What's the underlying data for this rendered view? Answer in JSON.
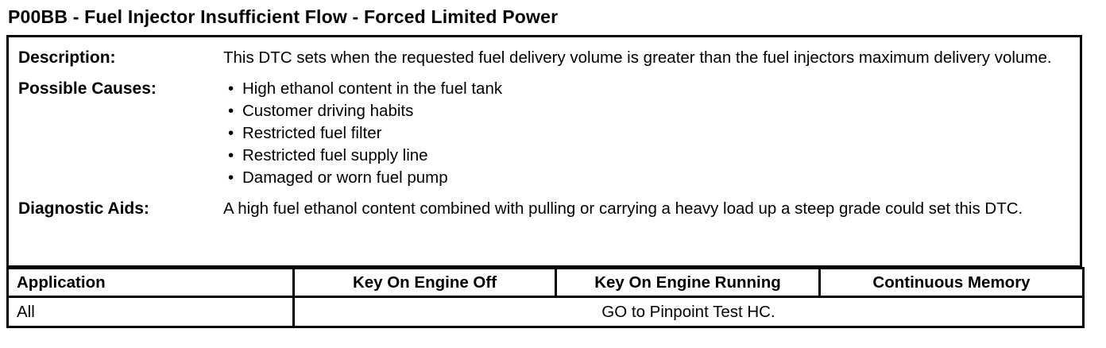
{
  "page_title": "P00BB - Fuel Injector Insufficient Flow - Forced Limited Power",
  "info_table": {
    "rows": [
      {
        "label": "Description:",
        "text": "This DTC sets when the requested fuel delivery volume is greater than the fuel injectors maximum delivery volume."
      },
      {
        "label": "Possible Causes:",
        "bullets": [
          "High ethanol content in the fuel tank",
          "Customer driving habits",
          "Restricted fuel filter",
          "Restricted fuel supply line",
          "Damaged or worn fuel pump"
        ]
      },
      {
        "label": "Diagnostic Aids:",
        "text": "A high fuel ethanol content combined with pulling or carrying a heavy load up a steep grade could set this DTC."
      }
    ]
  },
  "action_table": {
    "headers": [
      "Application",
      "Key On Engine Off",
      "Key On Engine Running",
      "Continuous Memory"
    ],
    "rows": [
      {
        "application": "All",
        "action": "GO to Pinpoint Test HC."
      }
    ]
  }
}
